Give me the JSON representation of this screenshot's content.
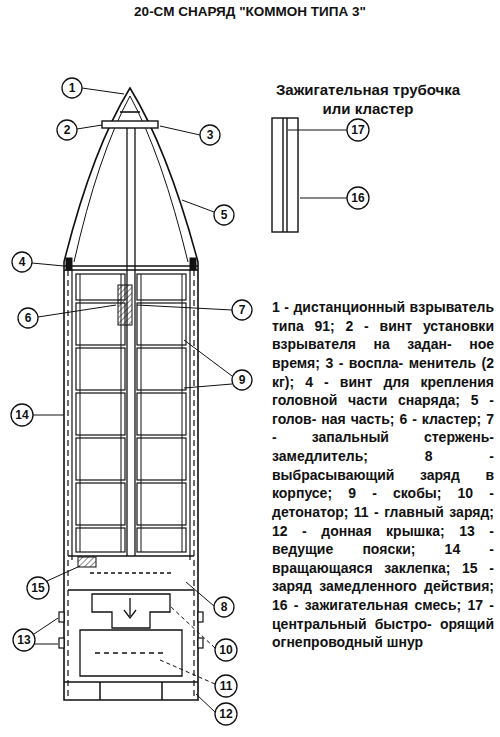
{
  "diagram": {
    "title": "20-СМ СНАРЯД \"КОММОН ТИПА 3\"",
    "labels": [
      "Зажигательная трубочка или кластер",
      "1",
      "2",
      "3",
      "4",
      "5",
      "6",
      "7",
      "9",
      "14",
      "15",
      "13",
      "8",
      "10",
      "11",
      "12",
      "17",
      "16",
      "1 - дистанционный взрыватель типа 91; 2 - винт установки взрывателя на задан- ное время; 3 - воспла- менитель (2 кг); 4 - винт для крепления головной части снаряда; 5 - голов- ная часть; 6 - кластер; 7 - запальный стержень- замедлитель; 8 - выбрасывающий заряд в корпусе; 9 - скобы; 10 - детонатор; 11 - главный заряд; 12 - донная крышка; 13 - ведущие пояски; 14 - вращающаяся заклепка; 15 - заряд замедленного действия; 16 - зажигательная смесь; 17 - центральный быстро- орящий огнепроводный шнур"
    ]
  }
}
